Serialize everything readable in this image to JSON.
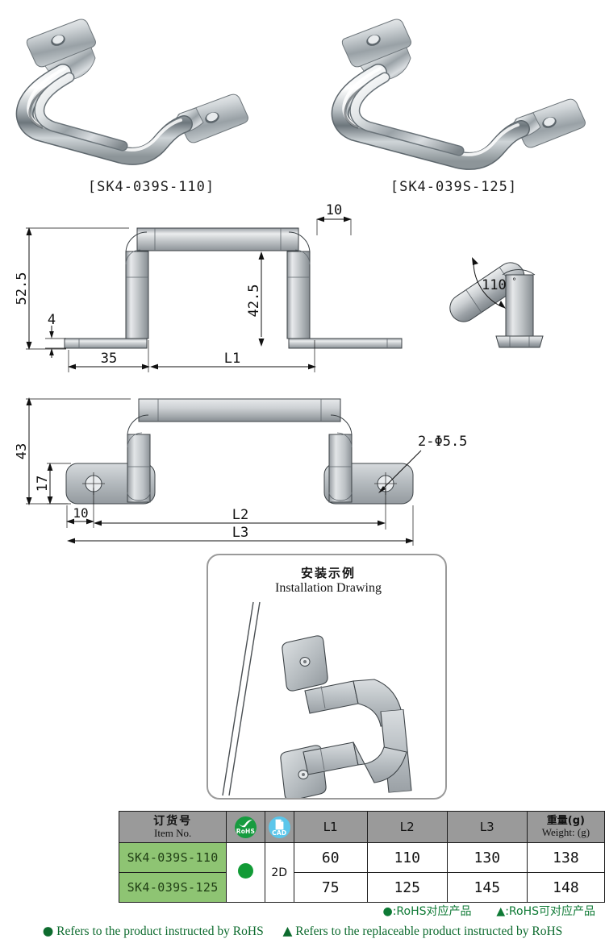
{
  "products": [
    {
      "code": "[SK4-039S-110]",
      "photo_name": "stainless-handle-110-photo"
    },
    {
      "code": "[SK4-039S-125]",
      "photo_name": "stainless-handle-125-photo"
    }
  ],
  "drawings": {
    "front_view": {
      "name": "front-elevation-drawing",
      "dimensions": {
        "overall_height": "52.5",
        "plate_thickness": "4",
        "handle_height": "42.5",
        "tube_width": "10",
        "plate_end_length": "35",
        "center_length_label": "L1"
      }
    },
    "side_view": {
      "name": "side-elevation-drawing",
      "dimensions": {
        "bend_angle": "110°"
      }
    },
    "top_view": {
      "name": "plan-view-drawing",
      "dimensions": {
        "overall_depth": "43",
        "plate_width": "17",
        "hole_edge_distance": "10",
        "hole_spacing_label": "L2",
        "plate_length_label": "L3",
        "hole_callout": "2-Φ5.5"
      }
    }
  },
  "install_panel": {
    "title_cn": "安装示例",
    "title_en": "Installation Drawing",
    "drawing_name": "installation-example-drawing"
  },
  "table": {
    "headers": {
      "item_cn": "订货号",
      "item_en": "Item No.",
      "rohs_badge": "RoHS",
      "cad_badge": "CAD",
      "l1": "L1",
      "l2": "L2",
      "l3": "L3",
      "weight_cn": "重量(g)",
      "weight_en": "Weight: (g)"
    },
    "merged": {
      "rohs_mark": "●",
      "cad_format": "2D"
    },
    "rows": [
      {
        "item": "SK4-039S-110",
        "l1": "60",
        "l2": "110",
        "l3": "130",
        "weight": "138"
      },
      {
        "item": "SK4-039S-125",
        "l1": "75",
        "l2": "125",
        "l3": "145",
        "weight": "148"
      }
    ]
  },
  "legend": {
    "cn_circle_symbol": "●",
    "cn_circle_text": ":RoHS对应产品",
    "cn_triangle_symbol": "▲",
    "cn_triangle_text": ":RoHS可对应产品",
    "en_circle_symbol": "●",
    "en_circle_text": "Refers to the product instructed by RoHS",
    "en_triangle_symbol": "▲",
    "en_triangle_text": "Refers to the replaceable product instructed by RoHS"
  },
  "colors": {
    "rohs_green": "#169b3f",
    "cad_blue": "#5bc6ea",
    "item_cell_green": "#8ec473",
    "header_gray": "#9a9a9a",
    "legend_green": "#0d6b2e"
  }
}
